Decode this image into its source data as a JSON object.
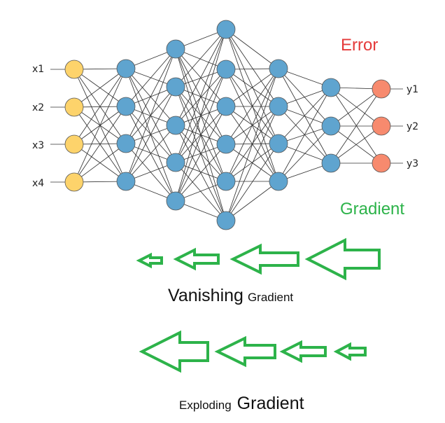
{
  "labels": {
    "error": "Error",
    "gradient": "Gradient",
    "inputs": [
      "x1",
      "x2",
      "x3",
      "x4"
    ],
    "outputs": [
      "y1",
      "y2",
      "y3"
    ],
    "vanishing": {
      "big": "Vanishing",
      "small": "Gradient"
    },
    "exploding": {
      "small": "Exploding",
      "big": "Gradient"
    }
  },
  "colors": {
    "input_node": "#fdd36b",
    "hidden_node": "#5fa4cf",
    "output_node": "#f78a6e",
    "node_stroke": "#555555",
    "error": "#e53a3a",
    "gradient": "#2db34a"
  },
  "network": {
    "layers": [
      4,
      4,
      5,
      6,
      4,
      3,
      3
    ]
  }
}
